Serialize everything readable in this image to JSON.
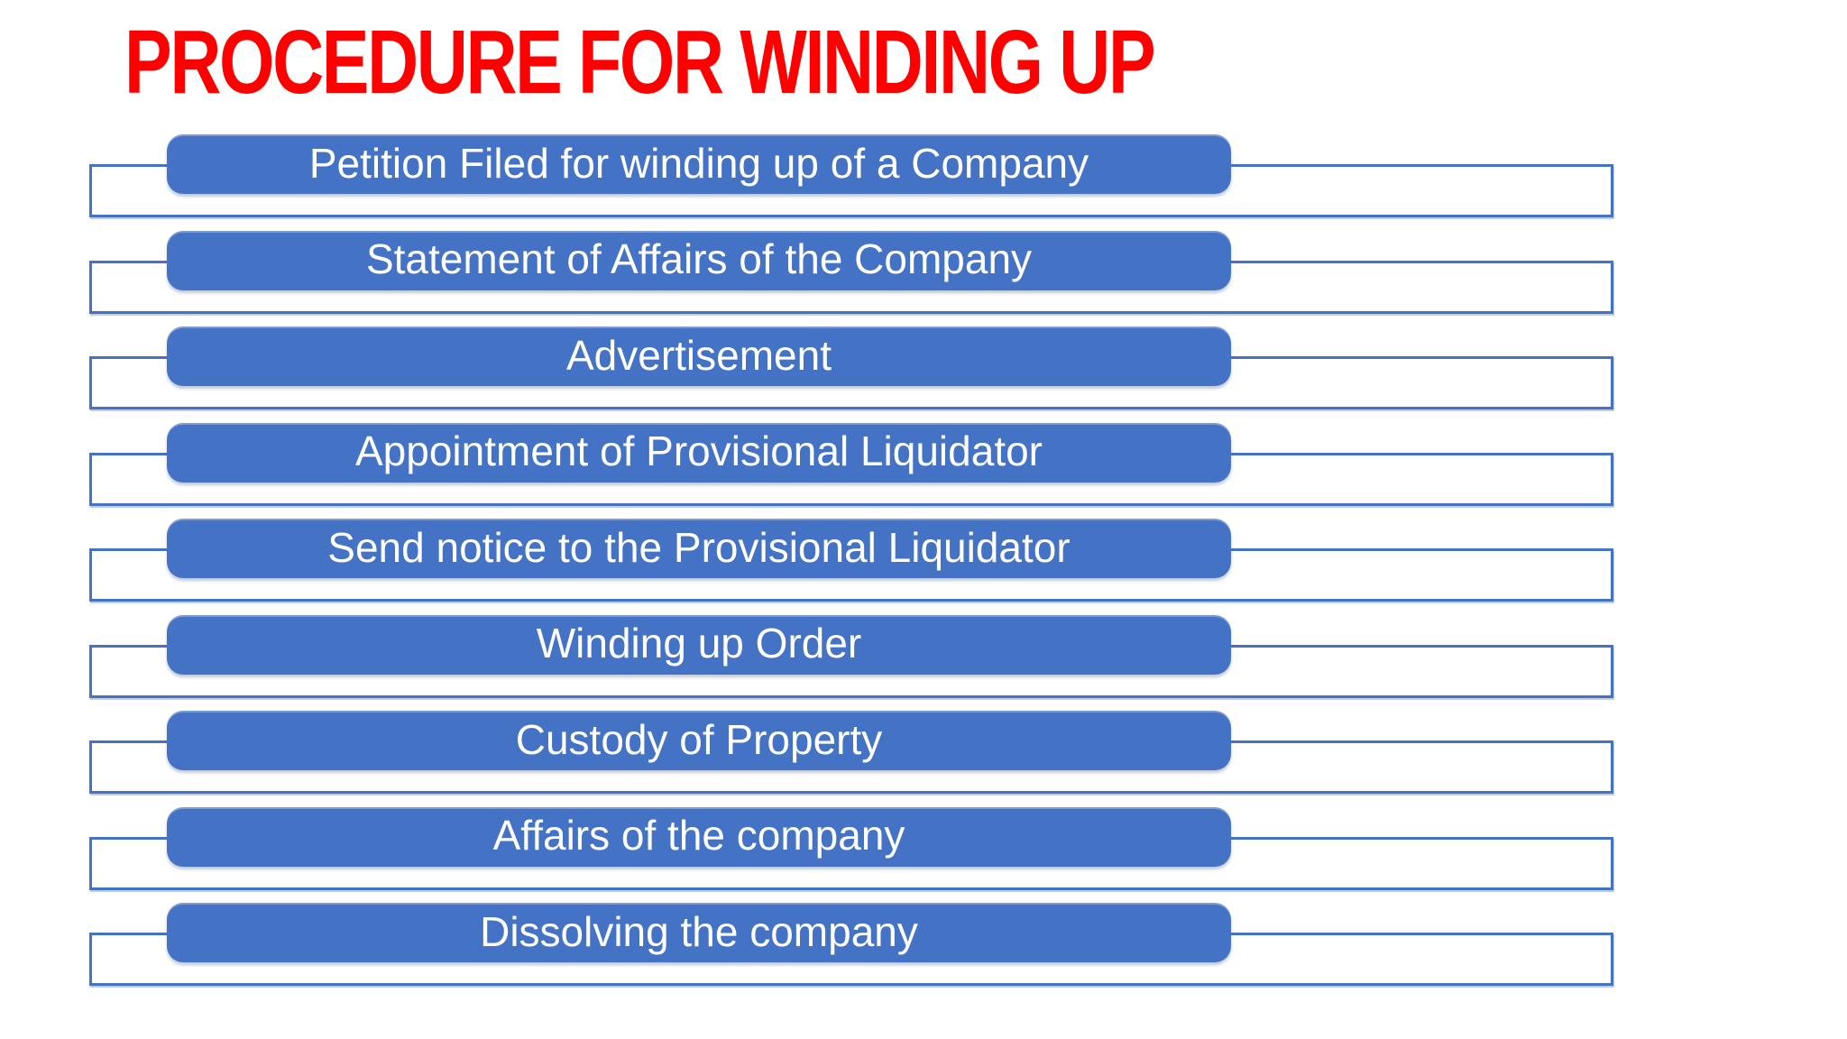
{
  "slide": {
    "title": "PROCEDURE FOR WINDING UP",
    "steps": [
      "Petition Filed for winding up of a Company",
      "Statement of Affairs of the Company",
      "Advertisement",
      "Appointment of Provisional Liquidator",
      "Send notice to the Provisional Liquidator",
      "Winding up Order",
      "Custody of Property",
      "Affairs of the company",
      "Dissolving the company"
    ],
    "colors": {
      "title_text": "#ff0000",
      "bar_fill": "#4472c4",
      "bar_text": "#ffffff",
      "track_border": "#4472c4",
      "track_fill": "#ffffff",
      "background": "#ffffff"
    }
  }
}
